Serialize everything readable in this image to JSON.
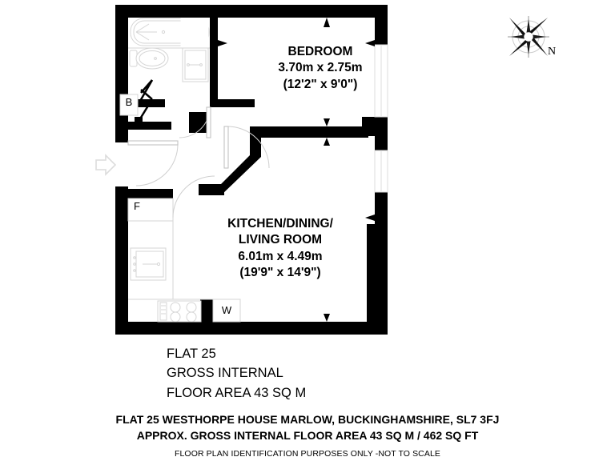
{
  "document": {
    "type": "floor-plan",
    "background_color": "#ffffff",
    "wall_color": "#000000",
    "fixture_line_color": "#d9d9d9",
    "entry_arrow_color": "#e0e0e0"
  },
  "compass": {
    "name": "compass-rose",
    "north_label": "N"
  },
  "rooms": [
    {
      "id": "bedroom",
      "name": "BEDROOM",
      "metric": "3.70m x 2.75m",
      "imperial": "(12'2\" x 9'0\")"
    },
    {
      "id": "kitchen-dining-living",
      "name_line1": "KITCHEN/DINING/",
      "name_line2": "LIVING ROOM",
      "metric": "6.01m x 4.49m",
      "imperial": "(19'9\" x 14'9\")"
    }
  ],
  "fixtures": [
    {
      "id": "boiler-cupboard",
      "label": "B"
    },
    {
      "id": "fridge",
      "label": "F"
    },
    {
      "id": "washing-machine",
      "label": "W"
    },
    {
      "id": "bathtub",
      "label": ""
    },
    {
      "id": "toilet",
      "label": ""
    },
    {
      "id": "wash-basin",
      "label": ""
    },
    {
      "id": "kitchen-sink",
      "label": ""
    },
    {
      "id": "hob",
      "label": ""
    }
  ],
  "summary": {
    "line1": "FLAT 25",
    "line2": "GROSS INTERNAL",
    "line3": "FLOOR AREA 43 SQ M"
  },
  "address": {
    "line1": "FLAT 25 WESTHORPE HOUSE MARLOW, BUCKINGHAMSHIRE, SL7 3FJ",
    "line2": "APPROX. GROSS INTERNAL FLOOR AREA 43 SQ M / 462 SQ FT"
  },
  "disclaimer": {
    "text": "FLOOR PLAN IDENTIFICATION PURPOSES ONLY -NOT TO SCALE"
  }
}
